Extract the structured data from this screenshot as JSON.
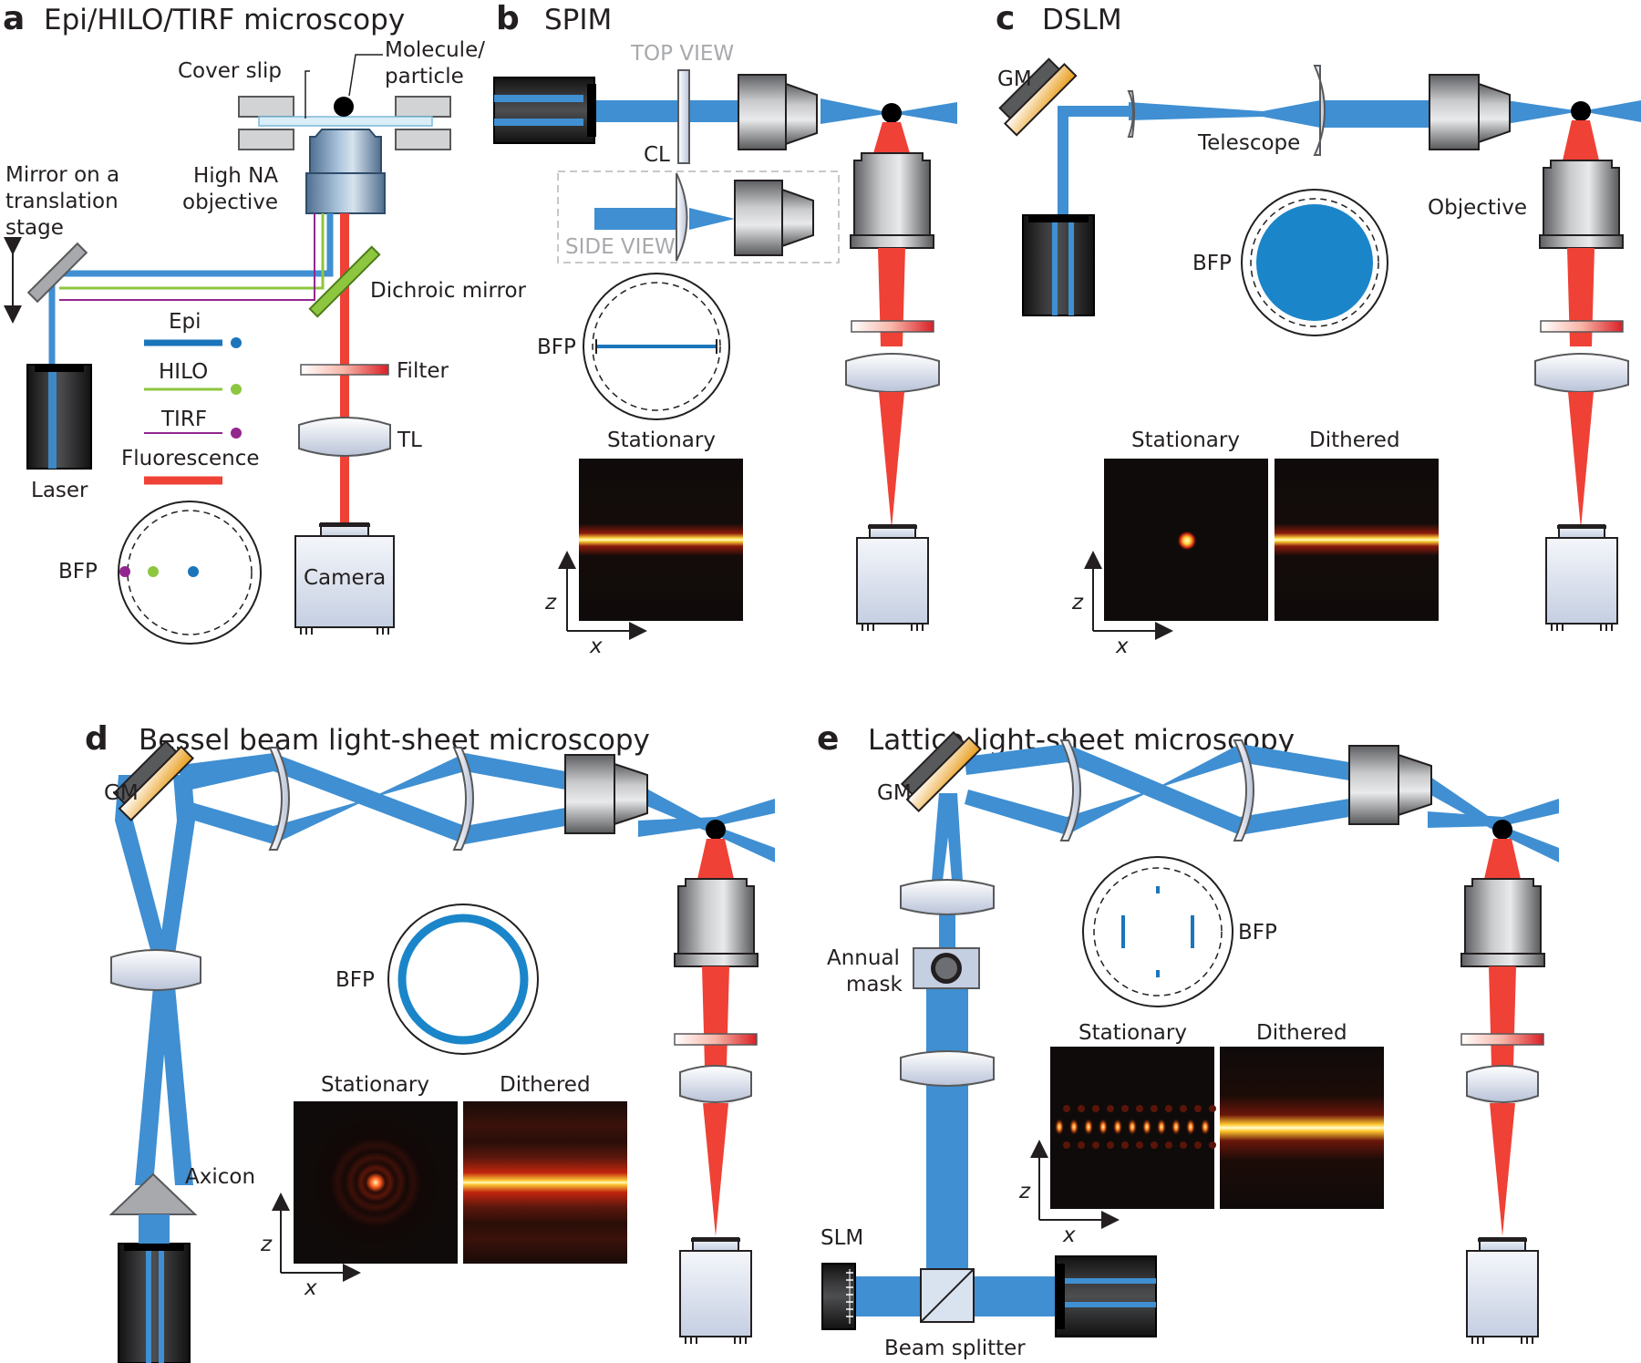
{
  "panels": {
    "a": {
      "letter": "a",
      "title": "Epi/HILO/TIRF microscopy",
      "labels": {
        "cover_slip": "Cover slip",
        "molecule_1": "Molecule/",
        "molecule_2": "particle",
        "mirror_1": "Mirror on a",
        "mirror_2": "translation",
        "mirror_3": "stage",
        "objective_1": "High NA",
        "objective_2": "objective",
        "dichroic": "Dichroic mirror",
        "filter": "Filter",
        "tl": "TL",
        "laser": "Laser",
        "camera": "Camera",
        "bfp": "BFP"
      },
      "legend": [
        {
          "label": "Epi",
          "color": "#1b75bb"
        },
        {
          "label": "HILO",
          "color": "#8dc63f"
        },
        {
          "label": "TIRF",
          "color": "#92278f"
        },
        {
          "label": "Fluorescence",
          "color": "#ef4136"
        }
      ]
    },
    "b": {
      "letter": "b",
      "title": "SPIM",
      "labels": {
        "top_view": "TOP VIEW",
        "side_view": "SIDE VIEW",
        "cl": "CL",
        "bfp": "BFP",
        "stationary": "Stationary",
        "axis_z": "z",
        "axis_x": "x"
      }
    },
    "c": {
      "letter": "c",
      "title": "DSLM",
      "labels": {
        "gm": "GM",
        "telescope": "Telescope",
        "objective": "Objective",
        "bfp": "BFP",
        "stationary": "Stationary",
        "dithered": "Dithered",
        "axis_z": "z",
        "axis_x": "x"
      }
    },
    "d": {
      "letter": "d",
      "title": "Bessel beam light-sheet microscopy",
      "labels": {
        "gm": "GM",
        "bfp": "BFP",
        "axicon": "Axicon",
        "stationary": "Stationary",
        "dithered": "Dithered",
        "axis_z": "z",
        "axis_x": "x"
      }
    },
    "e": {
      "letter": "e",
      "title": "Lattice light-sheet microscopy",
      "labels": {
        "gm": "GM",
        "bfp": "BFP",
        "annual_1": "Annual",
        "annual_2": "mask",
        "stationary": "Stationary",
        "dithered": "Dithered",
        "slm": "SLM",
        "beam_splitter": "Beam splitter",
        "axis_z": "z",
        "axis_x": "x"
      }
    }
  },
  "colors": {
    "beam_blue": "#3f8fd2",
    "fluorescence_red": "#ef4136",
    "gm_gold": "#f0a81e",
    "hilo_green": "#8dc63f",
    "tirf_purple": "#92278f",
    "epi_blue": "#1b75bb"
  }
}
